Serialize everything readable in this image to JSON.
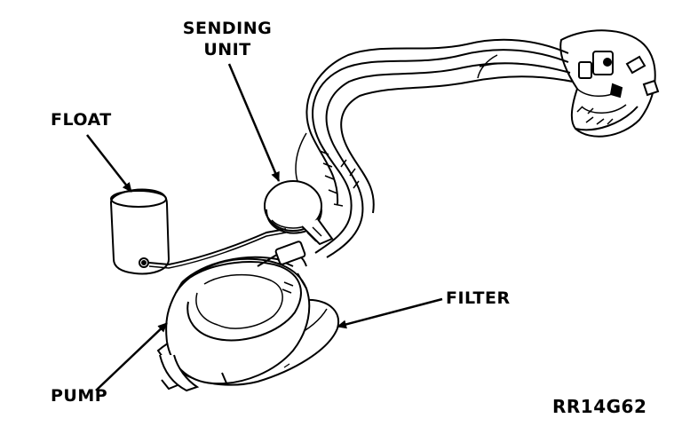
{
  "labels": {
    "sending_line1": "SENDING",
    "sending_line2": "UNIT",
    "float": "FLOAT",
    "filter": "FILTER",
    "pump": "PUMP",
    "figure_code": "RR14G62"
  }
}
